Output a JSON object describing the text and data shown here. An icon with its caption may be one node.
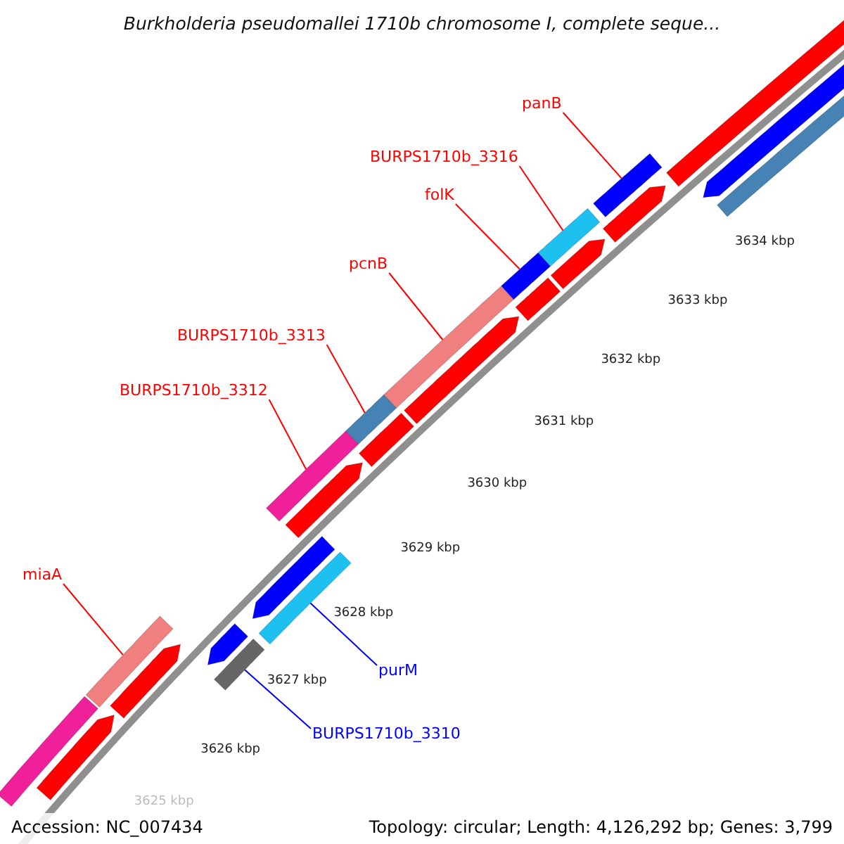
{
  "diagram": {
    "title": "Burkholderia pseudomallei 1710b chromosome I, complete seque...",
    "nodes": [
      {
        "text": [
          "panB"
        ]
      },
      {
        "text": [
          "BURPS1710b_3316"
        ]
      },
      {
        "text": [
          "folK"
        ]
      },
      {
        "text": [
          "pcnB"
        ]
      },
      {
        "text": [
          "BURPS1710b_3313"
        ]
      },
      {
        "text": [
          "BURPS1710b_3312"
        ]
      },
      {
        "text": [
          "miaA"
        ]
      },
      {
        "text": [
          "purM"
        ]
      },
      {
        "text": [
          "BURPS1710b_3310"
        ]
      },
      {
        "text": [],
        "shape": "bar"
      },
      {
        "text": [],
        "shape": "pentagon"
      },
      {
        "text": [],
        "shape": "bar"
      },
      {
        "text": [],
        "shape": "pentagon"
      },
      {
        "text": [],
        "shape": "bar"
      },
      {
        "text": [],
        "shape": "pentagon"
      },
      {
        "text": [],
        "shape": "bar"
      },
      {
        "text": [],
        "shape": "pentagon"
      },
      {
        "text": [],
        "shape": "pentagon"
      },
      {
        "text": [],
        "shape": "bar"
      },
      {
        "text": [],
        "shape": "bar"
      },
      {
        "text": [],
        "shape": "bar"
      },
      {
        "text": [],
        "shape": "pentagon"
      },
      {
        "text": [],
        "shape": "bar"
      },
      {
        "text": [],
        "shape": "bar"
      },
      {
        "text": [],
        "shape": "bar"
      },
      {
        "text": [],
        "shape": "pentagon"
      },
      {
        "text": [],
        "shape": "bar"
      },
      {
        "text": [],
        "shape": "pentagon"
      },
      {
        "text": [],
        "shape": "bar"
      },
      {
        "text": [],
        "shape": "bar"
      },
      {
        "text": [],
        "shape": "pentagon"
      },
      {
        "text": [],
        "shape": "bar"
      }
    ],
    "edges": [
      {
        "from": 0,
        "to": 28,
        "arrow": "none"
      },
      {
        "from": 1,
        "to": 26,
        "arrow": "none"
      },
      {
        "from": 2,
        "to": 24,
        "arrow": "none"
      },
      {
        "from": 3,
        "to": 22,
        "arrow": "none"
      },
      {
        "from": 4,
        "to": 20,
        "arrow": "none"
      },
      {
        "from": 5,
        "to": 18,
        "arrow": "none"
      },
      {
        "from": 6,
        "to": 11,
        "arrow": "none"
      },
      {
        "from": 7,
        "to": 15,
        "arrow": "none",
        "color": "#0000ff"
      },
      {
        "from": 8,
        "to": 13,
        "arrow": "none",
        "color": "#0000ff"
      }
    ],
    "labels": [
      "3634 kbp",
      "3633 kbp",
      "3632 kbp",
      "3631 kbp",
      "3630 kbp",
      "3629 kbp",
      "3628 kbp",
      "3627 kbp",
      "3626 kbp",
      "3625 kbp",
      "Accession: NC_007434",
      "Topology: circular; Length: 4,126,292 bp; Genes: 3,799"
    ]
  }
}
